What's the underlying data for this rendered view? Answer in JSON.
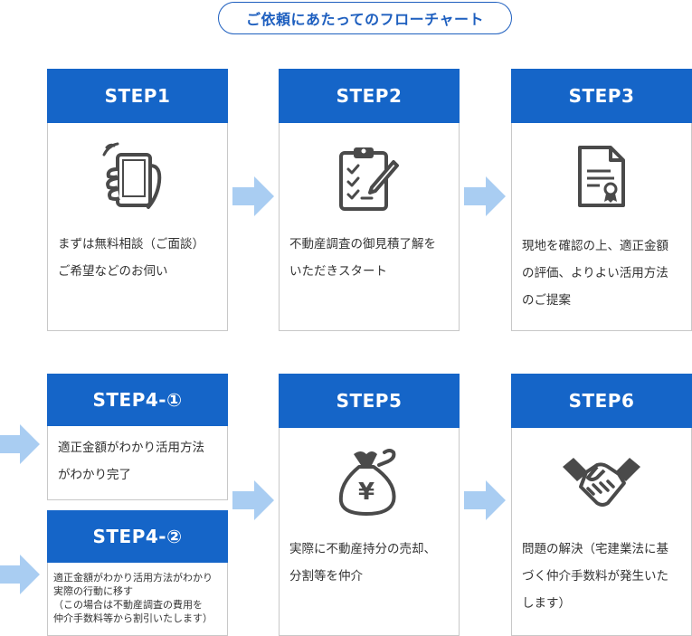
{
  "title": "ご依頼にあたってのフローチャート",
  "steps": [
    {
      "label": "STEP1",
      "text": "まずは無料相談（ご面談）\nご希望などのお伺い",
      "icon": "smartphone-icon"
    },
    {
      "label": "STEP2",
      "text": "不動産調査の御見積了解を\nいただきスタート",
      "icon": "clipboard-checklist-icon"
    },
    {
      "label": "STEP3",
      "text": "現地を確認の上、適正金額\nの評価、よりよい活用方法\nのご提案",
      "icon": "certificate-document-icon"
    },
    {
      "label": "STEP4-①",
      "text": "適正金額がわかり活用方法\nがわかり完了",
      "icon": ""
    },
    {
      "label": "STEP4-②",
      "text": "適正金額がわかり活用方法がわかり\n実際の行動に移す\n（この場合は不動産調査の費用を\n仲介手数料等から割引いたします）",
      "icon": ""
    },
    {
      "label": "STEP5",
      "text": "実際に不動産持分の売却、\n分割等を仲介",
      "icon": "yen-money-bag-icon"
    },
    {
      "label": "STEP6",
      "text": "問題の解決（宅建業法に基\nづく仲介手数料が発生いた\nします）",
      "icon": "handshake-icon"
    }
  ],
  "colors": {
    "header": "#1565c8",
    "title": "#1e5fbf",
    "arrow": "#a9cdf2",
    "border": "#c8c8c8",
    "icon": "#4a4a4a"
  }
}
